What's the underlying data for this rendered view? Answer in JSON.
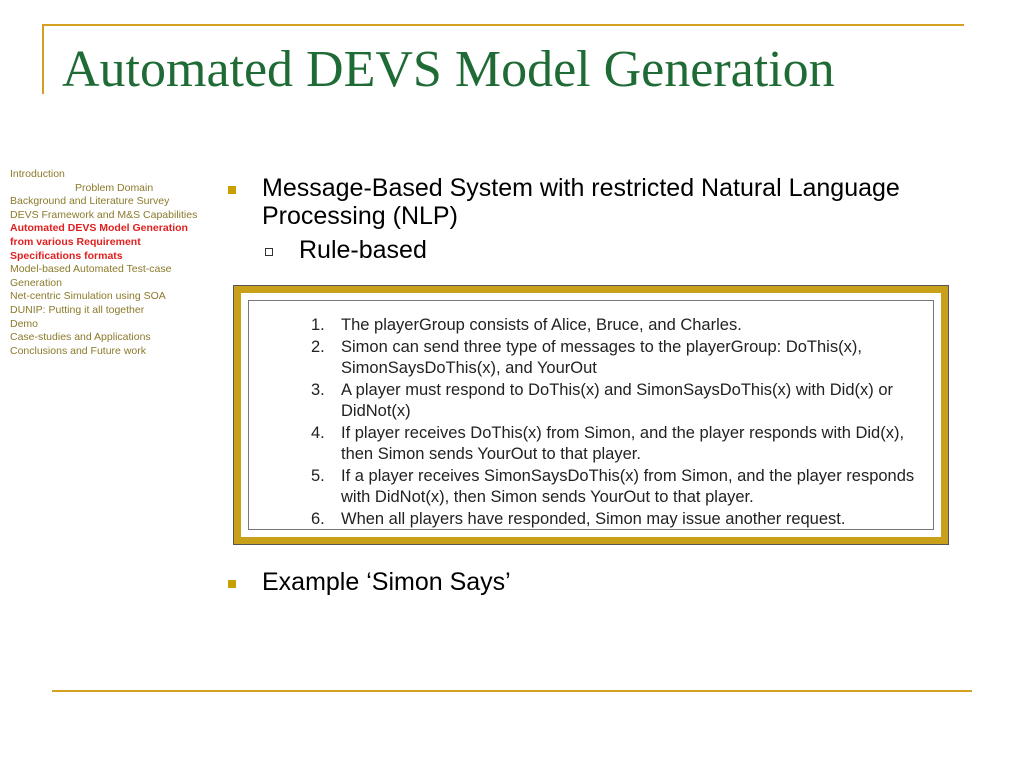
{
  "slide": {
    "title": "Automated DEVS Model Generation"
  },
  "sidebar": {
    "items": [
      {
        "label": "Introduction",
        "indent": false,
        "active": false
      },
      {
        "label": "Problem Domain",
        "indent": true,
        "active": false
      },
      {
        "label": "Background and Literature Survey",
        "indent": false,
        "active": false
      },
      {
        "label": "DEVS Framework and M&S Capabilities",
        "indent": false,
        "active": false
      },
      {
        "label": "Automated DEVS Model Generation from various Requirement Specifications formats",
        "indent": false,
        "active": true
      },
      {
        "label": "Model-based Automated Test-case Generation",
        "indent": false,
        "active": false
      },
      {
        "label": "Net-centric Simulation using SOA",
        "indent": false,
        "active": false
      },
      {
        "label": "DUNIP: Putting it all together",
        "indent": false,
        "active": false
      },
      {
        "label": "Demo",
        "indent": false,
        "active": false
      },
      {
        "label": "Case-studies and Applications",
        "indent": false,
        "active": false
      },
      {
        "label": "Conclusions and Future work",
        "indent": false,
        "active": false
      }
    ]
  },
  "content": {
    "bullet1": "Message-Based System with restricted Natural Language Processing (NLP)",
    "sub_bullet1": "Rule-based",
    "bullet2": "Example ‘Simon Says’"
  },
  "rules": [
    {
      "num": "1.",
      "text": "The playerGroup consists of Alice, Bruce, and Charles."
    },
    {
      "num": "2.",
      "text": "Simon can send three type of messages to the playerGroup: DoThis(x), SimonSaysDoThis(x), and YourOut"
    },
    {
      "num": "3.",
      "text": "A player must respond to DoThis(x) and SimonSaysDoThis(x) with Did(x) or DidNot(x)"
    },
    {
      "num": "4.",
      "text": "If  player receives DoThis(x) from Simon, and the player responds with Did(x), then Simon sends YourOut to that player."
    },
    {
      "num": "5.",
      "text": "If a player receives SimonSaysDoThis(x) from Simon, and the player responds with DidNot(x), then Simon sends YourOut to that player."
    },
    {
      "num": "6.",
      "text": "When all players have responded, Simon may issue another request."
    }
  ],
  "colors": {
    "title": "#1f6b36",
    "accent_gold": "#d4a020",
    "sidebar_text": "#8b7a2a",
    "sidebar_active": "#e02020"
  }
}
